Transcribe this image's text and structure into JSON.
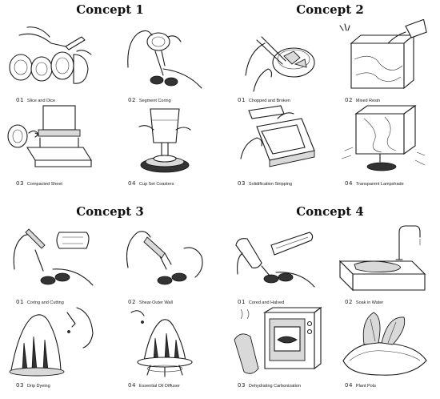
{
  "concepts": [
    {
      "title": "Concept 1",
      "steps": [
        {
          "num": "01",
          "label": "Slice and Dice"
        },
        {
          "num": "02",
          "label": "Segment Coring"
        },
        {
          "num": "03",
          "label": "Compacted Sheet"
        },
        {
          "num": "04",
          "label": "Cup Set Coasters"
        }
      ]
    },
    {
      "title": "Concept 2",
      "steps": [
        {
          "num": "01",
          "label": "Chopped and Broken"
        },
        {
          "num": "02",
          "label": "Mixed Resin"
        },
        {
          "num": "03",
          "label": "Solidification Stripping"
        },
        {
          "num": "04",
          "label": "Transparent Lampshade"
        }
      ]
    },
    {
      "title": "Concept 3",
      "steps": [
        {
          "num": "01",
          "label": "Coring and Cutting"
        },
        {
          "num": "02",
          "label": "Shear Outer Wall"
        },
        {
          "num": "03",
          "label": "Drip Dyeing"
        },
        {
          "num": "04",
          "label": "Essential Oil Diffuser"
        }
      ]
    },
    {
      "title": "Concept 4",
      "steps": [
        {
          "num": "01",
          "label": "Cored and Halved"
        },
        {
          "num": "02",
          "label": "Soak in Water"
        },
        {
          "num": "03",
          "label": "Dehydrating Carbonization"
        },
        {
          "num": "04",
          "label": "Plant Pots"
        }
      ]
    }
  ]
}
